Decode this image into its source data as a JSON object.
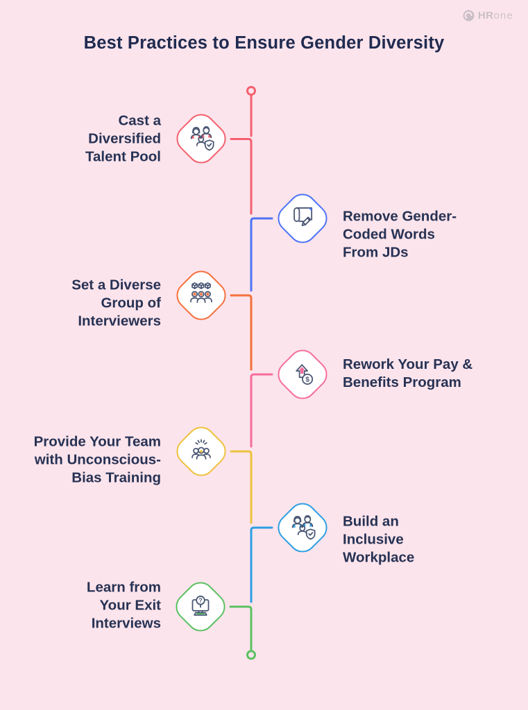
{
  "page": {
    "title": "Best Practices to Ensure Gender Diversity"
  },
  "theme": {
    "background": "#fce4ec",
    "title_color": "#202b50",
    "text_color": "#273254",
    "icon_stroke": "#4a5673",
    "logo_color": "#cabfc6"
  },
  "logo": {
    "text_bold": "HR",
    "text_light": "one"
  },
  "glyphs": {
    "dollar": "$",
    "question": "?"
  },
  "timeline": {
    "start_marker": "circle-outline",
    "end_marker": "circle-outline",
    "nodes": [
      {
        "label_lines": [
          "Cast a",
          "Diversified",
          "Talent Pool"
        ],
        "side": "left",
        "color": "#f4606e",
        "icon": "diverse-people-shield-icon"
      },
      {
        "label_lines": [
          "Remove Gender-",
          "Coded Words",
          "From JDs"
        ],
        "side": "right",
        "color": "#4d73f5",
        "icon": "document-pencil-icon"
      },
      {
        "label_lines": [
          "Set a Diverse",
          "Group of",
          "Interviewers"
        ],
        "side": "left",
        "color": "#f4713c",
        "icon": "interviewer-group-cubes-icon"
      },
      {
        "label_lines": [
          "Rework Your Pay &",
          "Benefits Program"
        ],
        "side": "right",
        "color": "#f66d9d",
        "icon": "pay-raise-arrow-coin-icon"
      },
      {
        "label_lines": [
          "Provide Your Team",
          "with Unconscious-",
          "Bias Training"
        ],
        "side": "left",
        "color": "#eec23e",
        "icon": "team-idea-rays-icon"
      },
      {
        "label_lines": [
          "Build an",
          "Inclusive",
          "Workplace"
        ],
        "side": "right",
        "color": "#2d9fe2",
        "icon": "inclusive-people-shield-icon"
      },
      {
        "label_lines": [
          "Learn from",
          "Your Exit",
          "Interviews"
        ],
        "side": "left",
        "color": "#5bc162",
        "icon": "exit-interview-monitor-icon"
      }
    ]
  }
}
